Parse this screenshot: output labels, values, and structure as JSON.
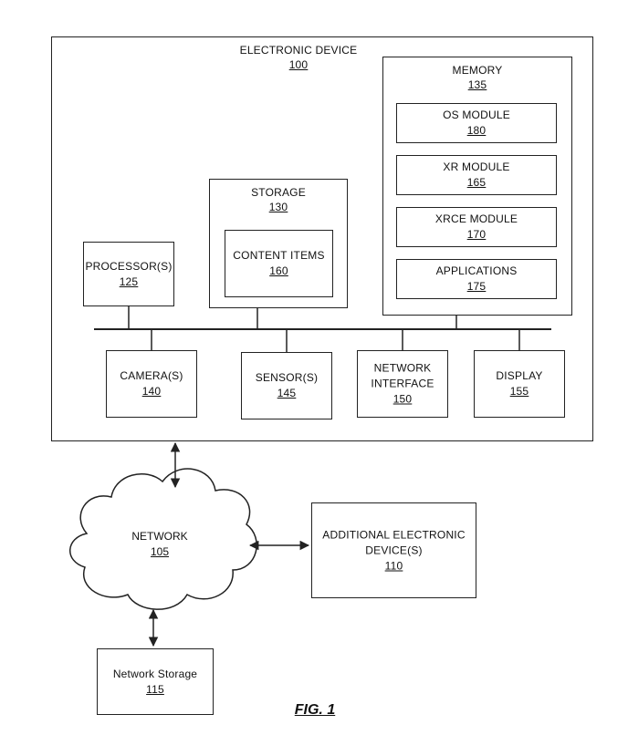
{
  "figure": {
    "caption": "FIG. 1"
  },
  "device": {
    "title": "ELECTRONIC DEVICE",
    "ref": "100"
  },
  "memory": {
    "title": "MEMORY",
    "ref": "135",
    "modules": [
      {
        "title": "OS MODULE",
        "ref": "180"
      },
      {
        "title": "XR MODULE",
        "ref": "165"
      },
      {
        "title": "XRCE MODULE",
        "ref": "170"
      },
      {
        "title": "APPLICATIONS",
        "ref": "175"
      }
    ]
  },
  "storage": {
    "title": "STORAGE",
    "ref": "130",
    "content": {
      "title": "CONTENT ITEMS",
      "ref": "160"
    }
  },
  "processor": {
    "title": "PROCESSOR(S)",
    "ref": "125"
  },
  "peripherals": [
    {
      "title": "CAMERA(S)",
      "ref": "140"
    },
    {
      "title": "SENSOR(S)",
      "ref": "145"
    },
    {
      "title_lines": [
        "NETWORK",
        "INTERFACE"
      ],
      "ref": "150"
    },
    {
      "title": "DISPLAY",
      "ref": "155"
    }
  ],
  "network": {
    "title": "NETWORK",
    "ref": "105"
  },
  "additional": {
    "title_lines": [
      "ADDITIONAL ELECTRONIC",
      "DEVICE(S)"
    ],
    "ref": "110"
  },
  "network_storage": {
    "title": "Network Storage",
    "ref": "115"
  }
}
